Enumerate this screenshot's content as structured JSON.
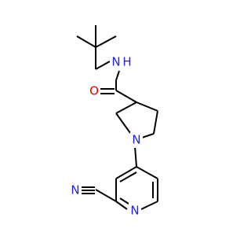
{
  "molecule": {
    "atoms": {
      "amide_nh": "N",
      "amide_h": "H",
      "carbonyl_o": "O",
      "pyrrolidine_n": "N",
      "pyridine_n": "N",
      "nitrile_n": "N"
    },
    "colors": {
      "bond": "#000000",
      "nitrogen": "#1f1fe6",
      "oxygen": "#e60000"
    }
  }
}
